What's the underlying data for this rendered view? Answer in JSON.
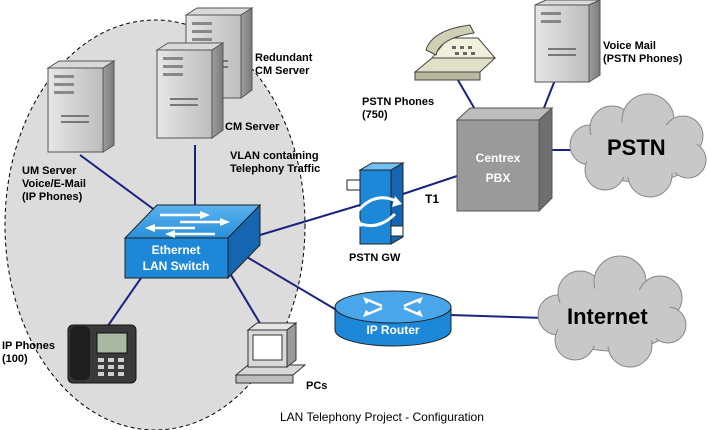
{
  "caption": "LAN Telephony Project - Configuration",
  "devices": {
    "switch_label": "Ethernet\nLAN Switch",
    "router_label": "IP Router",
    "pbx_label": "Centrex\nPBX",
    "pstn_gw_label": "PSTN GW",
    "t1_label": "T1"
  },
  "clouds": {
    "pstn": "PSTN",
    "internet": "Internet"
  },
  "labels": {
    "redundant_cm": "Redundant\nCM Server",
    "cm_server": "CM Server",
    "um_server": "UM Server\nVoice/E-Mail\n(IP Phones)",
    "vlan": "VLAN containing\nTelephony Traffic",
    "pstn_phones": "PSTN Phones\n(750)",
    "voice_mail": "Voice Mail\n(PSTN Phones)",
    "ip_phones": "IP Phones\n(100)",
    "pcs": "PCs"
  },
  "colors": {
    "vlan_fill": "#dcdcdc",
    "cisco_blue": "#1e88d8",
    "pbx_gray": "#9a9a9a",
    "cloud_gray": "#c8c8c8",
    "link": "#1a237e"
  }
}
